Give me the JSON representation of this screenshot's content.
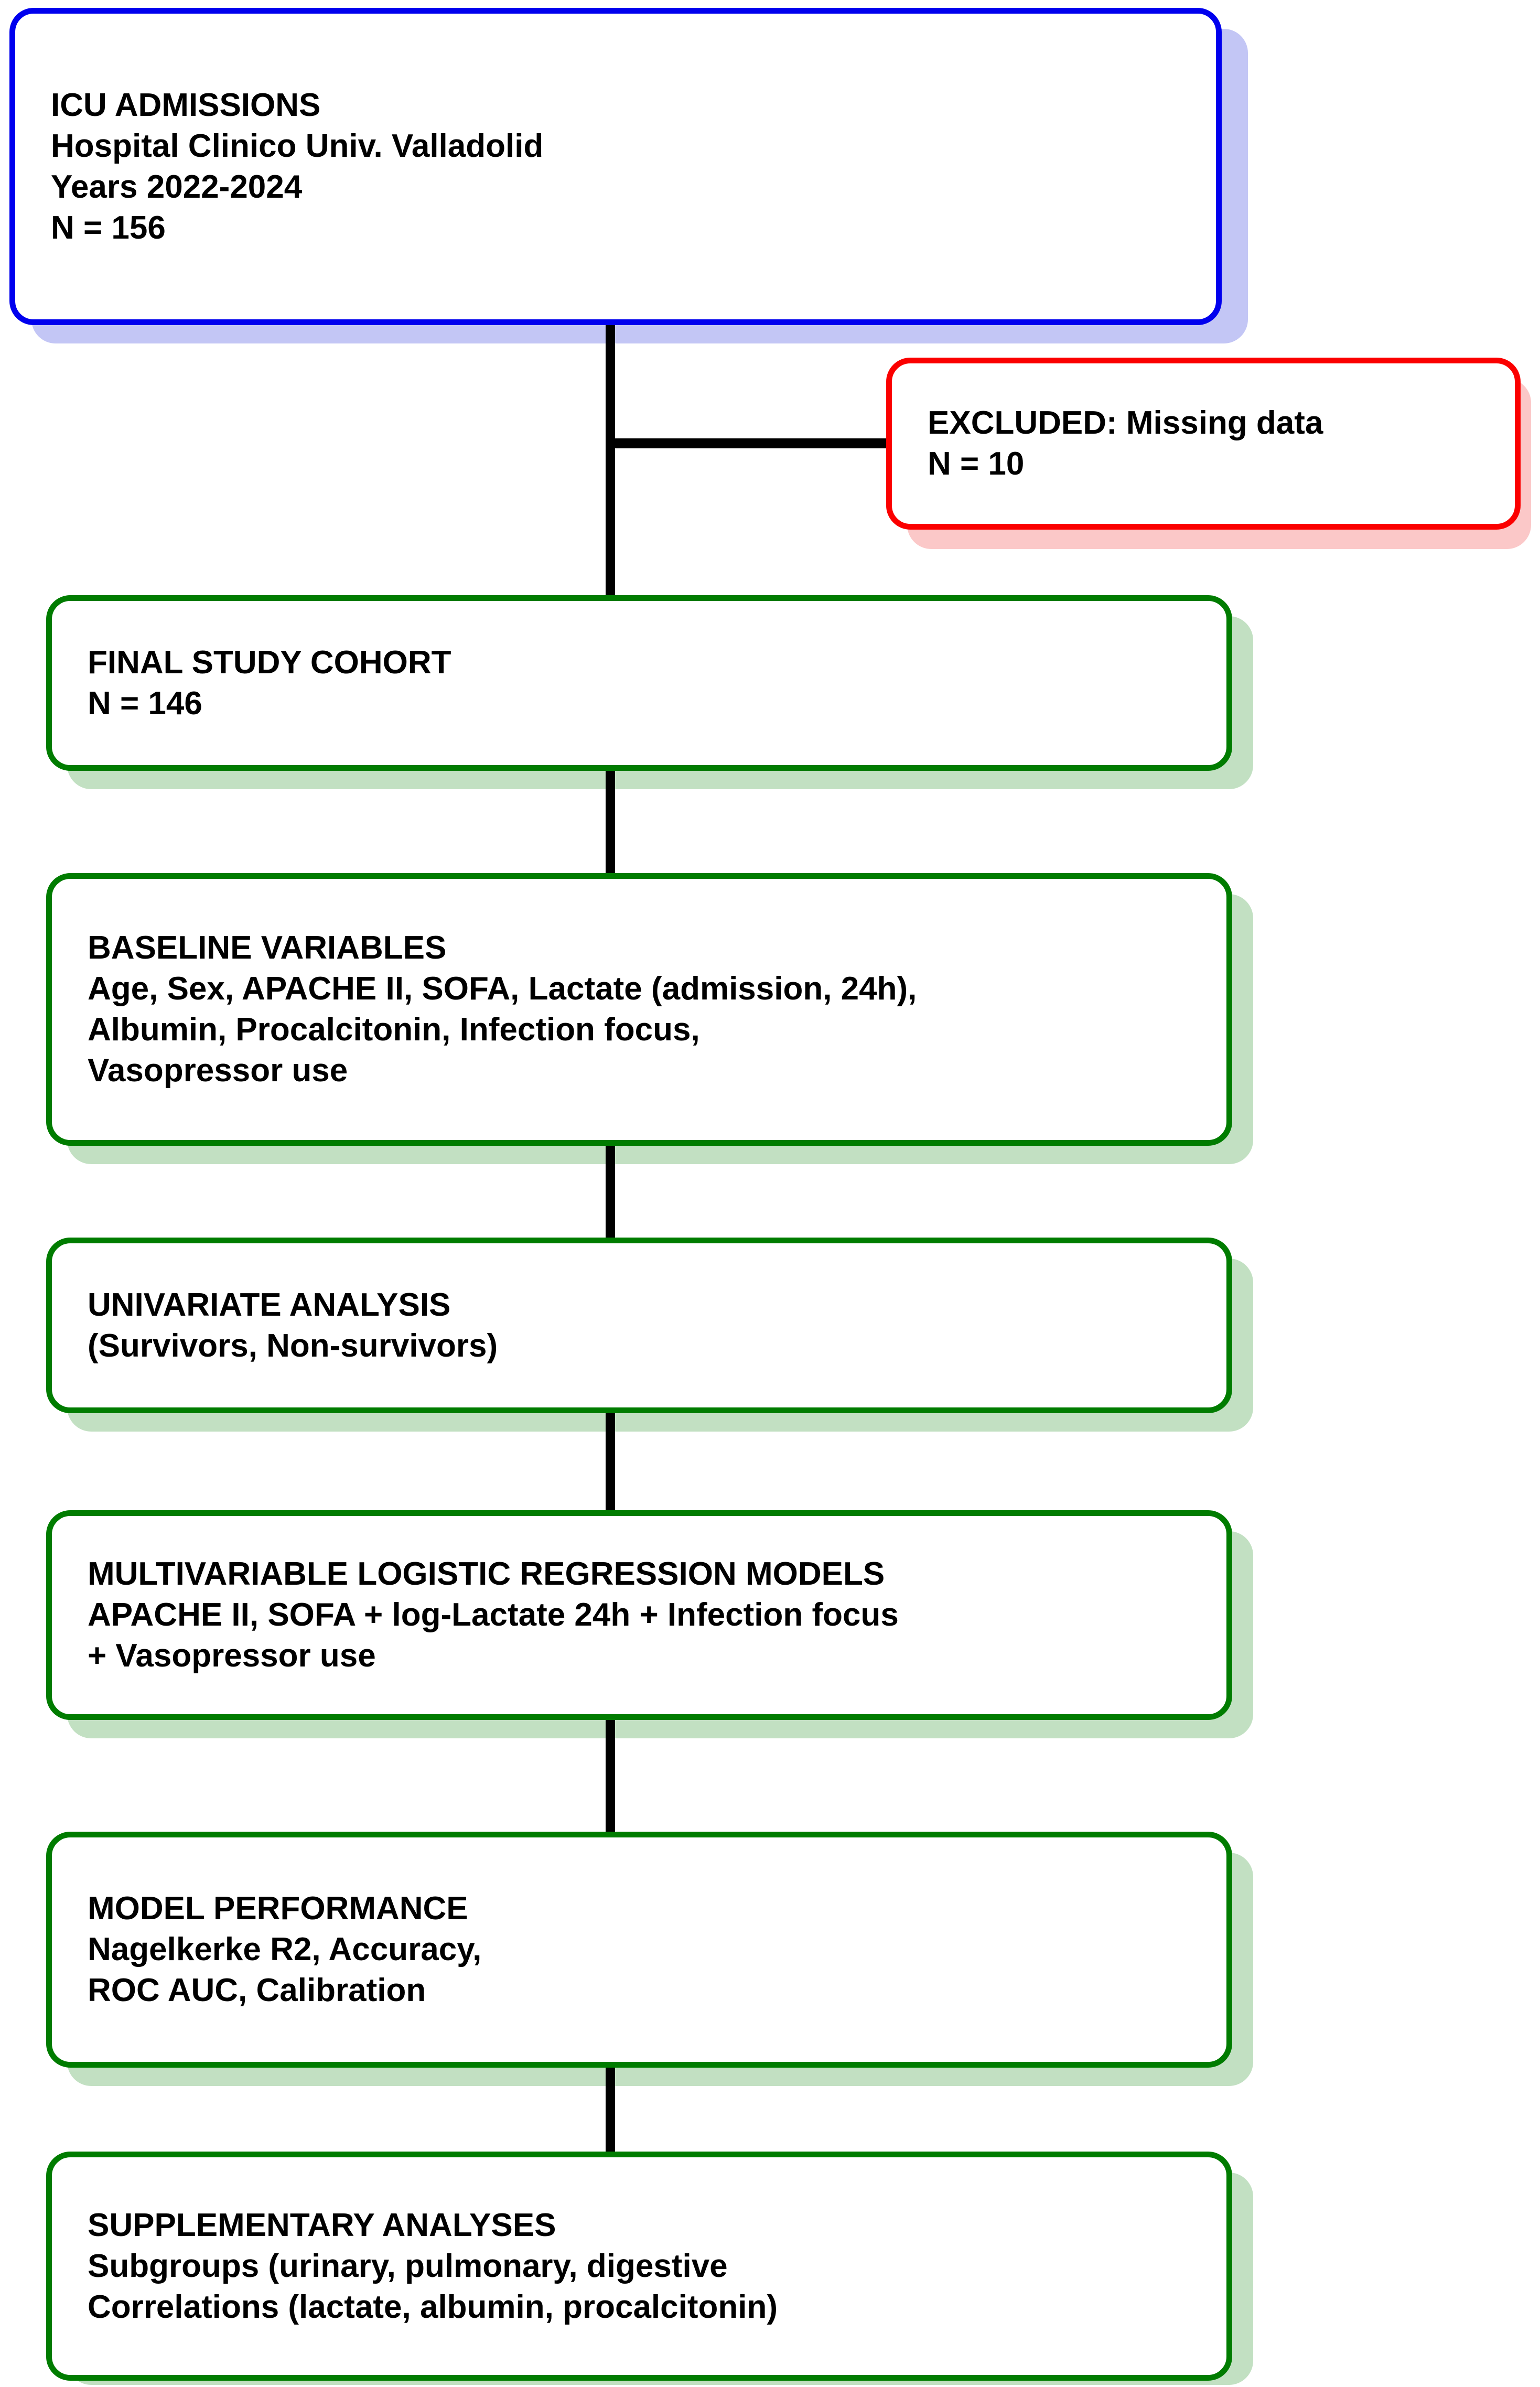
{
  "diagram": {
    "type": "flowchart",
    "orientation": "vertical",
    "title": "ICU study cohort flow diagram",
    "colors": {
      "blue_border": "#0000ee",
      "blue_shadow": "#c3c6f5",
      "red_border": "#fb0000",
      "red_shadow": "#fbc8c8",
      "green_border": "#007c00",
      "green_shadow": "#c2e0c2",
      "connector": "#000000",
      "text": "#000000",
      "background": "#ffffff"
    },
    "nodes": [
      {
        "id": "icu-admissions",
        "variant": "blue",
        "lines": [
          "ICU ADMISSIONS",
          "Hospital Clinico Univ. Valladolid",
          "Years 2022-2024",
          "N = 156"
        ]
      },
      {
        "id": "excluded",
        "variant": "red",
        "lines": [
          "EXCLUDED: Missing data",
          "N = 10"
        ]
      },
      {
        "id": "final-study-cohort",
        "variant": "green",
        "lines": [
          "FINAL STUDY COHORT",
          "N = 146"
        ]
      },
      {
        "id": "baseline-variables",
        "variant": "green",
        "lines": [
          "BASELINE VARIABLES",
          "Age, Sex, APACHE II, SOFA, Lactate (admission, 24h),",
          "Albumin, Procalcitonin, Infection focus,",
          "Vasopressor use"
        ]
      },
      {
        "id": "univariate-analysis",
        "variant": "green",
        "lines": [
          "UNIVARIATE  ANALYSIS",
          "(Survivors, Non-survivors)"
        ]
      },
      {
        "id": "multivariable-models",
        "variant": "green",
        "lines": [
          "MULTIVARIABLE  LOGISTIC REGRESSION MODELS",
          "APACHE II, SOFA + log-Lactate 24h + Infection focus",
          "+ Vasopressor use"
        ]
      },
      {
        "id": "model-performance",
        "variant": "green",
        "lines": [
          "MODEL PERFORMANCE",
          "Nagelkerke R2, Accuracy,",
          "ROC AUC, Calibration"
        ]
      },
      {
        "id": "supplementary-analyses",
        "variant": "green",
        "lines": [
          "SUPPLEMENTARY ANALYSES",
          "Subgroups (urinary, pulmonary, digestive",
          "Correlations (lactate, albumin, procalcitonin)"
        ]
      }
    ]
  }
}
